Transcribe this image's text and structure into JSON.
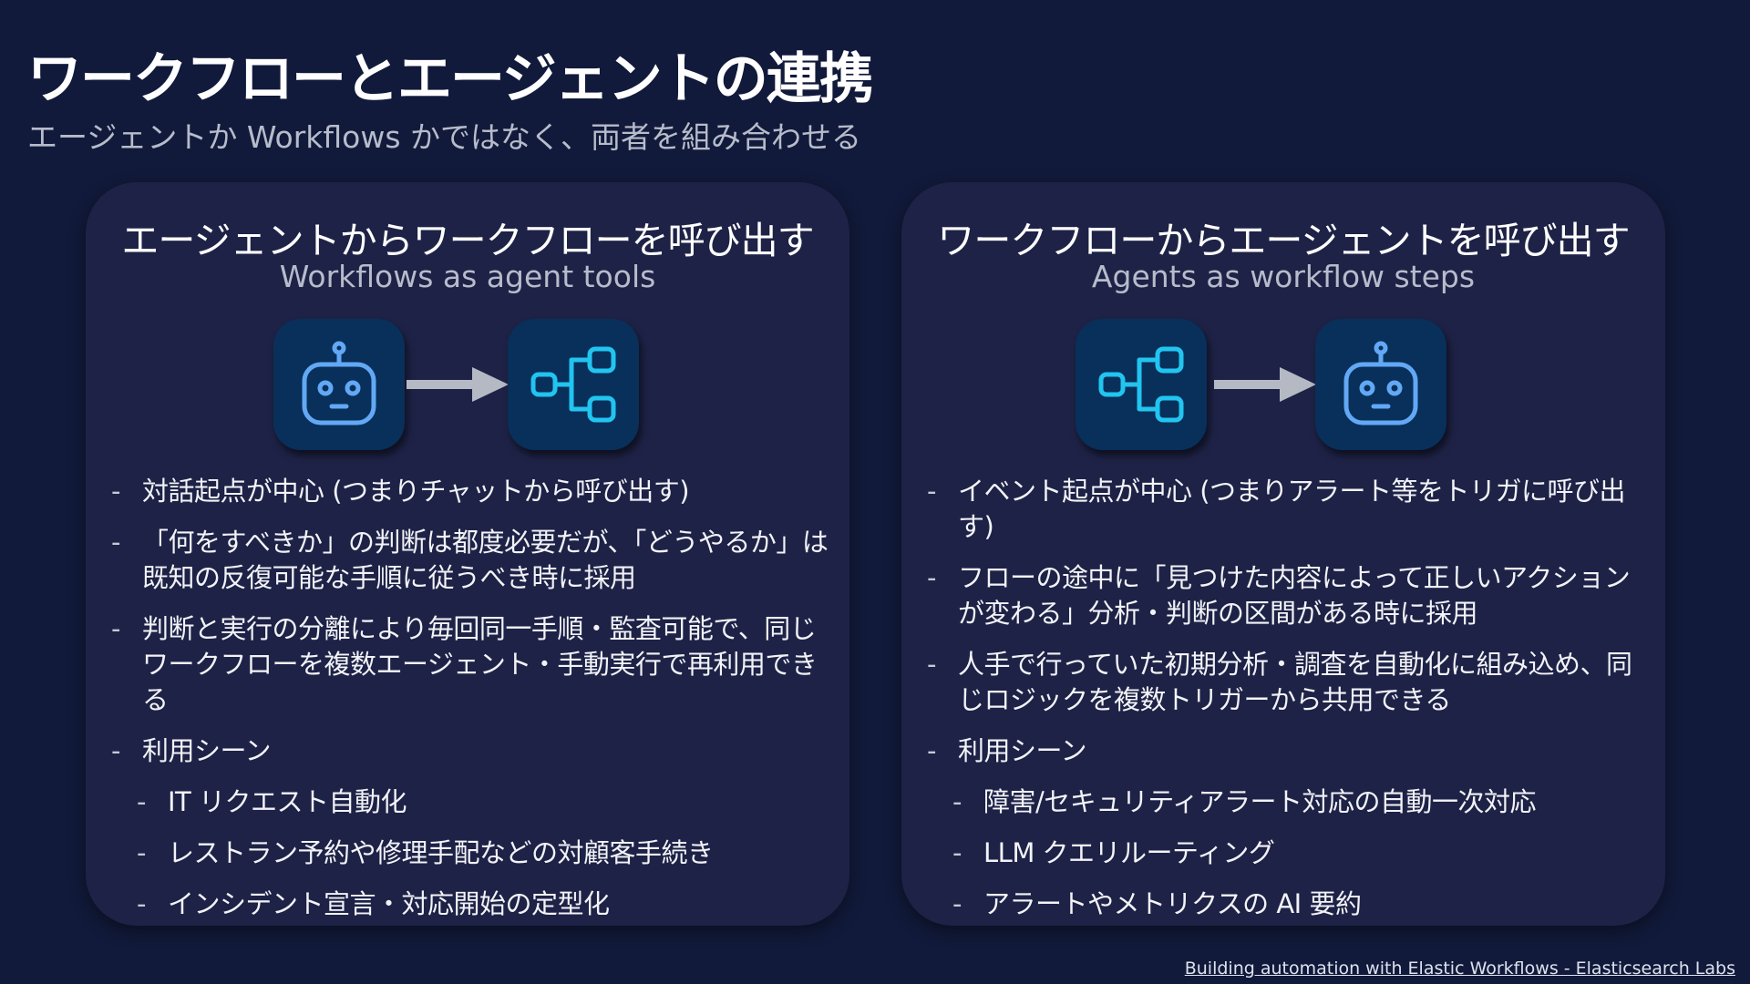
{
  "slide": {
    "title": "ワークフローとエージェントの連携",
    "subtitle": "エージェントか Workflows かではなく、両者を組み合わせる"
  },
  "panels": [
    {
      "title": "エージェントからワークフローを呼び出す",
      "subtitle": "Workflows as agent tools",
      "icons": [
        "robot-icon",
        "arrow-right-icon",
        "workflow-icon"
      ],
      "bullets": [
        "対話起点が中心 (つまりチャットから呼び出す)",
        "「何をすべきか」の判断は都度必要だが、「どうやるか」は既知の反復可能な手順に従うべき時に採用",
        "判断と実行の分離により毎回同一手順・監査可能で、同じワークフローを複数エージェント・手動実行で再利用できる",
        "利用シーン"
      ],
      "sub_bullets": [
        "IT リクエスト自動化",
        "レストラン予約や修理手配などの対顧客手続き",
        "インシデント宣言・対応開始の定型化"
      ]
    },
    {
      "title": "ワークフローからエージェントを呼び出す",
      "subtitle": "Agents as workflow steps",
      "icons": [
        "workflow-icon",
        "arrow-right-icon",
        "robot-icon"
      ],
      "bullets": [
        "イベント起点が中心 (つまりアラート等をトリガに呼び出す)",
        "フローの途中に「見つけた内容によって正しいアクションが変わる」分析・判断の区間がある時に採用",
        "人手で行っていた初期分析・調査を自動化に組み込め、同じロジックを複数トリガーから共用できる",
        "利用シーン"
      ],
      "sub_bullets": [
        "障害/セキュリティアラート対応の自動一次対応",
        "LLM クエリルーティング",
        "アラートやメトリクスの AI 要約"
      ]
    }
  ],
  "footer": {
    "link_text": "Building automation with Elastic Workflows - Elasticsearch Labs"
  },
  "colors": {
    "background": "#111a3a",
    "panel": "#1e2246",
    "icon_box": "#08305a",
    "robot_icon": "#62a8f5",
    "workflow_icon": "#22c4f0",
    "arrow": "#b5b9c4"
  }
}
